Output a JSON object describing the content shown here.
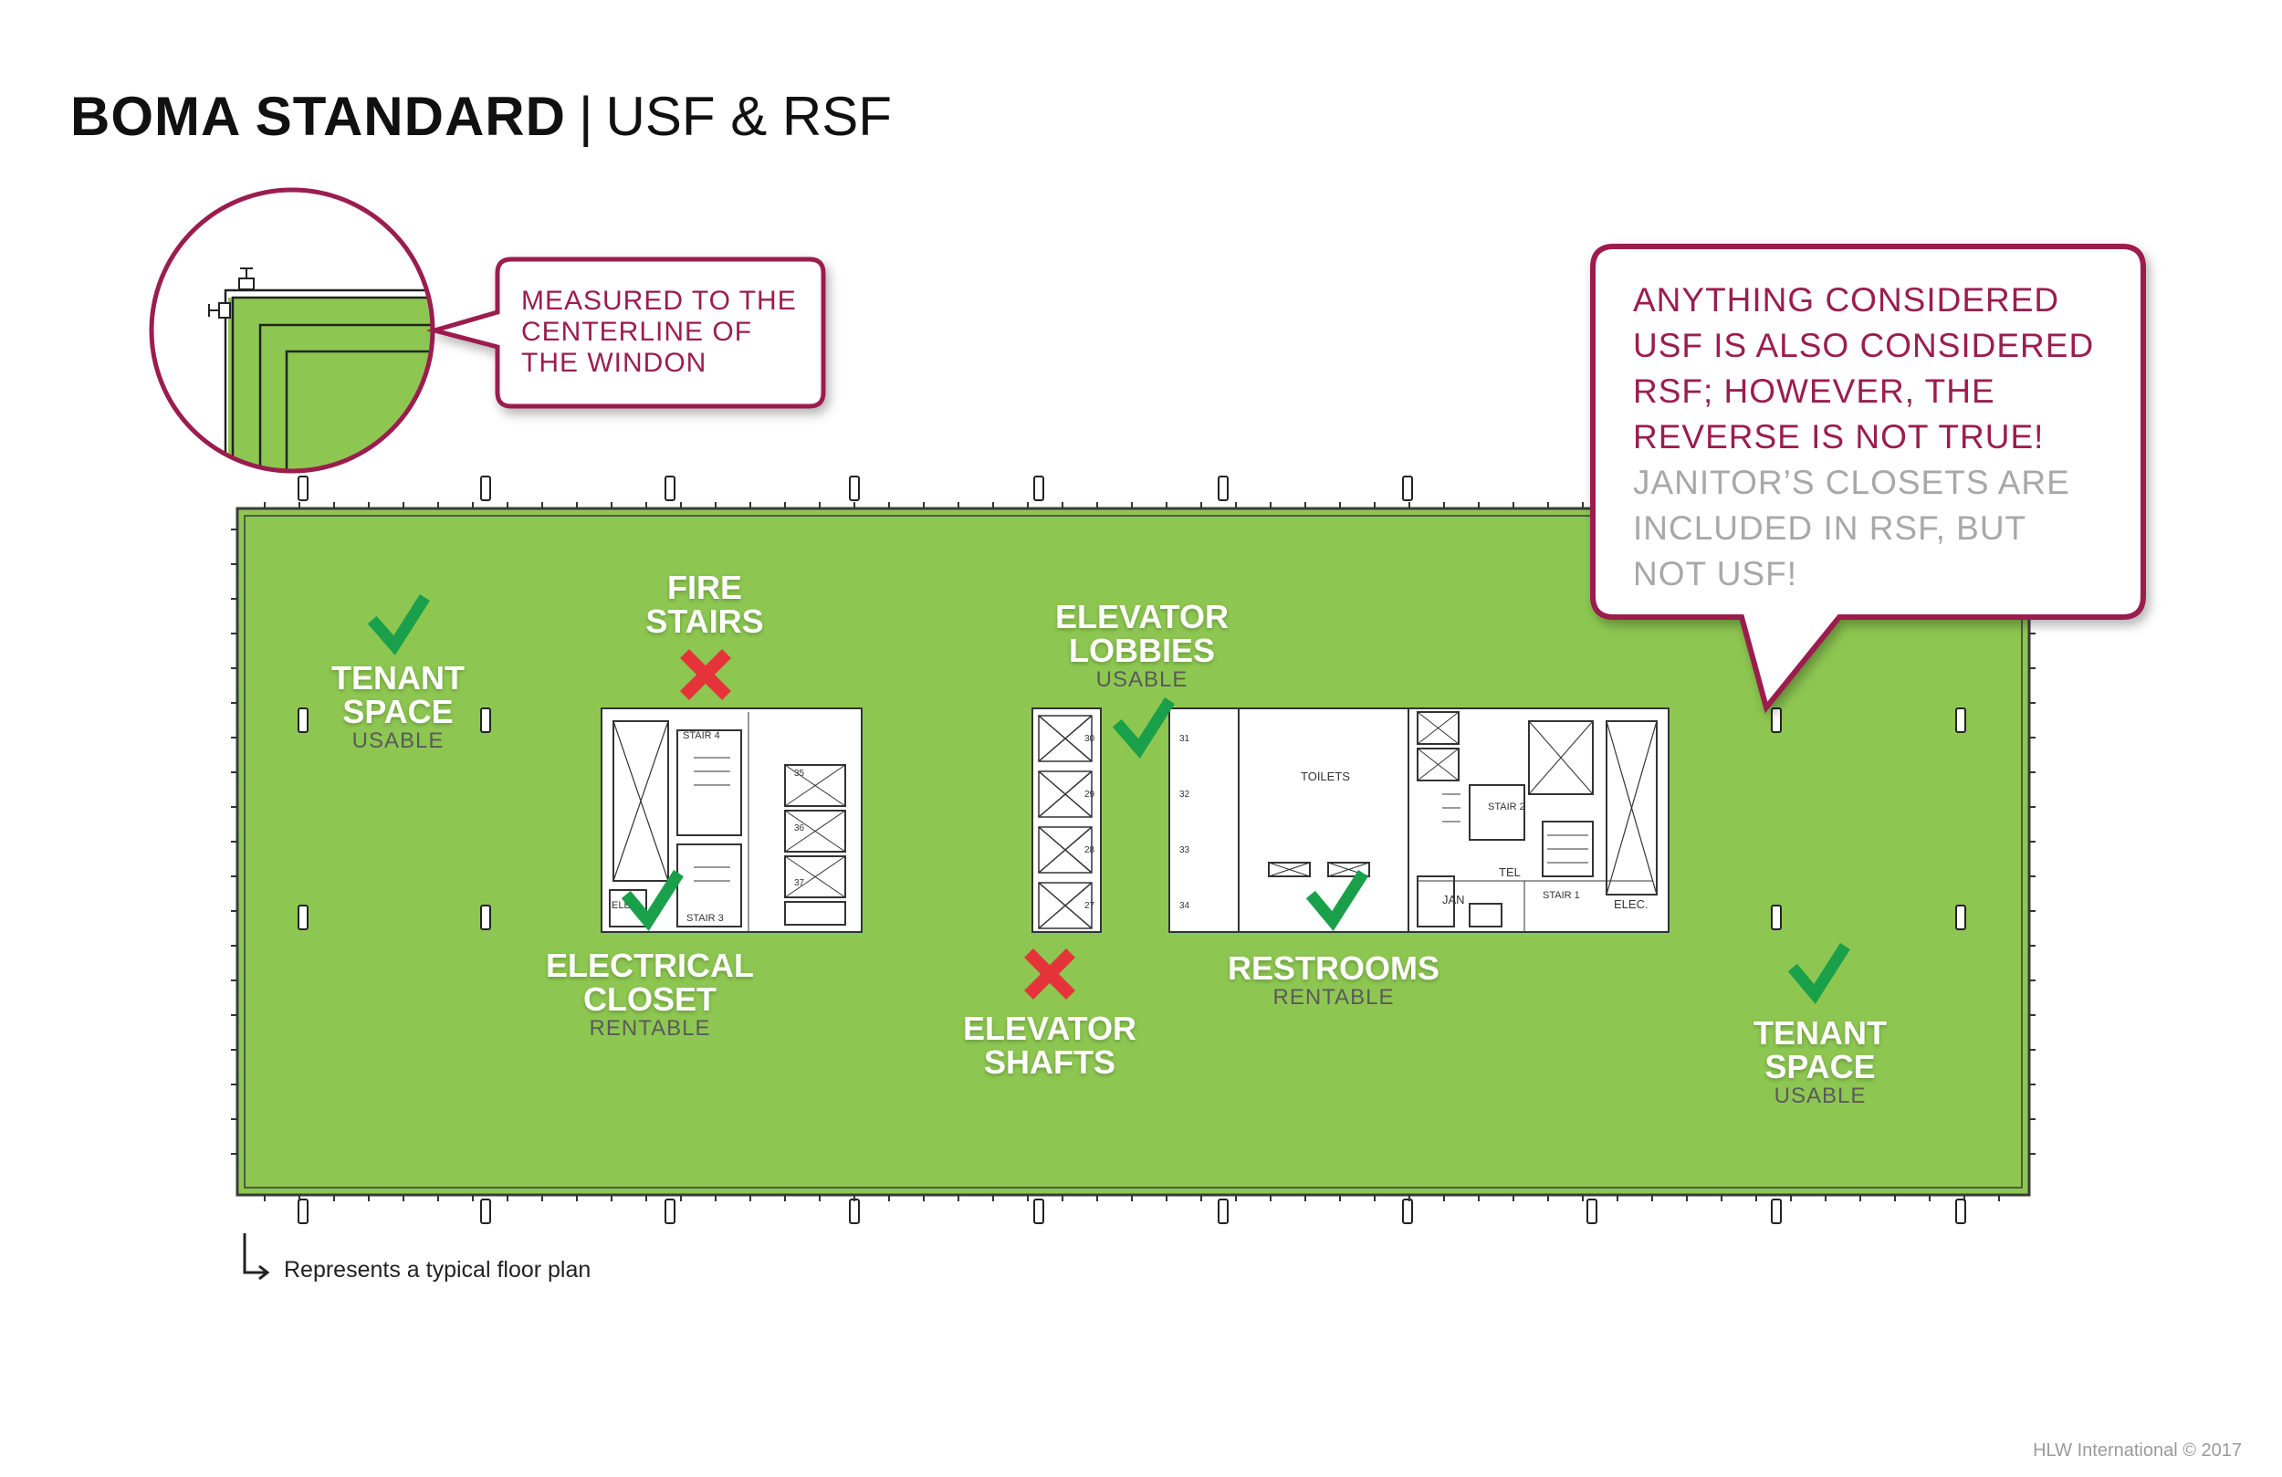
{
  "title": {
    "bold": "BOMA STANDARD",
    "separator": "|",
    "light": "USF & RSF"
  },
  "callout_small": {
    "lines": [
      "MEASURED TO THE",
      "CENTERLINE OF",
      "THE WINDON"
    ]
  },
  "callout_big": {
    "red_lines": [
      "ANYTHING CONSIDERED",
      "USF IS ALSO CONSIDERED",
      "RSF; HOWEVER, THE",
      "REVERSE IS NOT TRUE!"
    ],
    "grey_lines": [
      "JANITOR’S CLOSETS ARE",
      "INCLUDED IN RSF, BUT",
      "NOT USF!"
    ]
  },
  "labels": {
    "tenant_left": {
      "line1": "TENANT",
      "line2": "SPACE",
      "sub": "USABLE"
    },
    "fire_stairs": {
      "line1": "FIRE",
      "line2": "STAIRS"
    },
    "electrical": {
      "line1": "ELECTRICAL",
      "line2": "CLOSET",
      "sub": "RENTABLE"
    },
    "elevator_lobbies": {
      "line1": "ELEVATOR",
      "line2": "LOBBIES",
      "sub": "USABLE"
    },
    "elevator_shafts": {
      "line1": "ELEVATOR",
      "line2": "SHAFTS"
    },
    "restrooms": {
      "line1": "RESTROOMS",
      "sub": "RENTABLE"
    },
    "tenant_right": {
      "line1": "TENANT",
      "line2": "SPACE",
      "sub": "USABLE"
    }
  },
  "plan_text": {
    "toilets": "TOILETS",
    "stair4": "STAIR 4",
    "stair3": "STAIR 3",
    "stair2": "STAIR 2",
    "stair1": "STAIR 1",
    "elec_left": "ELEC",
    "elec_right": "ELEC.",
    "tel": "TEL",
    "jan": "JAN",
    "elev_numbers": [
      "30",
      "29",
      "28",
      "27",
      "31",
      "32",
      "33",
      "34",
      "35",
      "36",
      "37"
    ]
  },
  "footnote": "Represents a typical floor plan",
  "copyright": "HLW International © 2017",
  "colors": {
    "green": "#8dc751",
    "maroon": "#9b1d4f",
    "check": "#1aa04a",
    "cross": "#e4343a"
  }
}
